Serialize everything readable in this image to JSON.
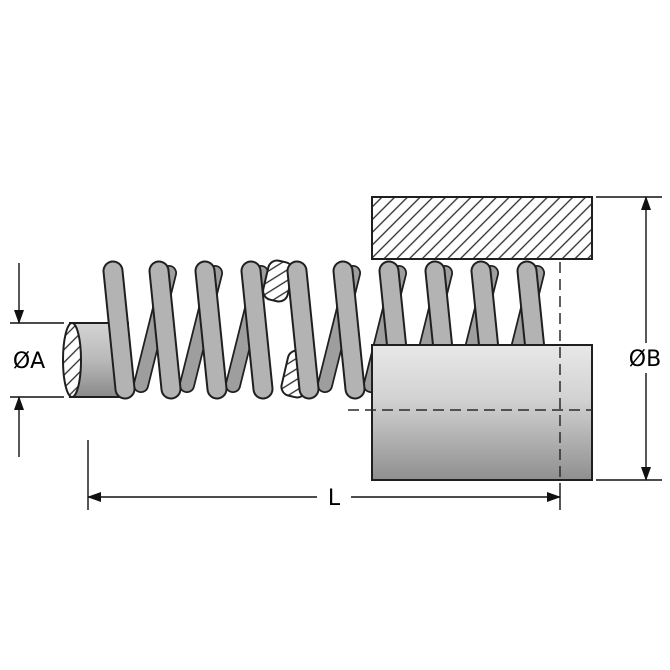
{
  "labels": {
    "dim_a": "ØA",
    "dim_b": "ØB",
    "dim_l": "L"
  },
  "colors": {
    "background": "#ffffff",
    "coil_front_fill": "#b3b3b3",
    "coil_rear_fill": "#9e9e9e",
    "outline": "#1f1f1f",
    "dimension_line": "#111111"
  }
}
